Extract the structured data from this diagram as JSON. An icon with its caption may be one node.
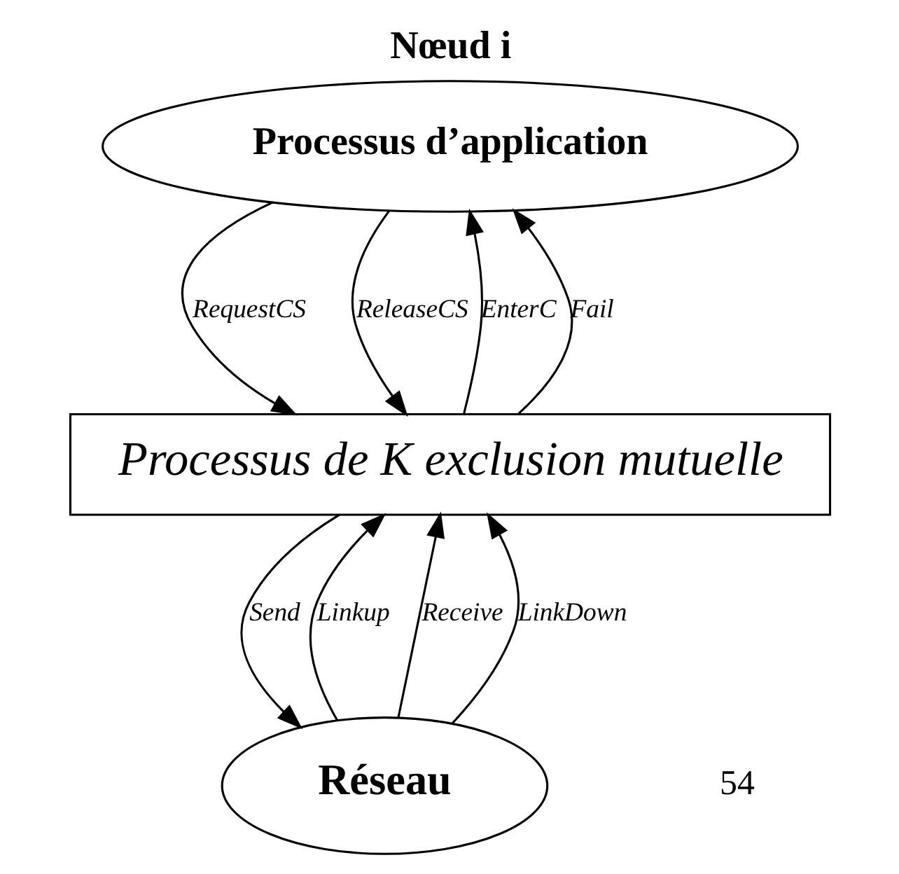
{
  "diagram": {
    "title": "Nœud i",
    "nodes": [
      {
        "text": [
          "Processus d’application"
        ]
      },
      {
        "text": [
          "Processus de K exclusion mutuelle"
        ]
      },
      {
        "text": [
          "Réseau"
        ]
      }
    ],
    "edges": [
      {
        "from": 0,
        "to": 1,
        "arrow": "to",
        "label": "RequestCS"
      },
      {
        "from": 1,
        "to": 0,
        "arrow": "to",
        "label": "EnterC"
      },
      {
        "from": 0,
        "to": 1,
        "arrow": "to",
        "label": "ReleaseCS"
      },
      {
        "from": 1,
        "to": 0,
        "arrow": "to",
        "label": "Fail"
      },
      {
        "from": 2,
        "to": 1,
        "arrow": "to",
        "label": "Linkup"
      },
      {
        "from": 1,
        "to": 2,
        "arrow": "to",
        "label": "Send"
      },
      {
        "from": 2,
        "to": 1,
        "arrow": "to",
        "label": "Receive"
      },
      {
        "from": 2,
        "to": 1,
        "arrow": "to",
        "label": "LinkDown"
      }
    ],
    "labels": [
      "54"
    ]
  }
}
